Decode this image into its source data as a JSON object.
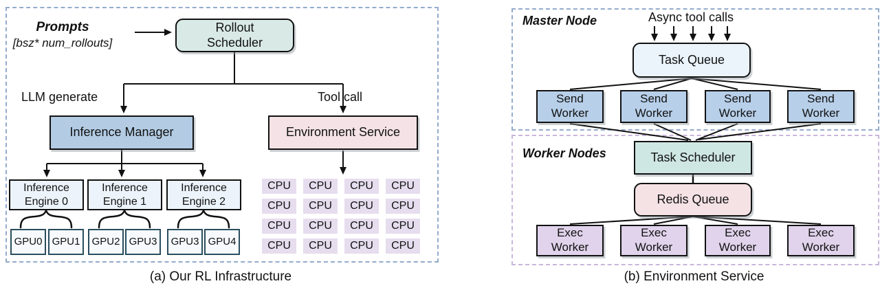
{
  "panel_a": {
    "caption": "(a) Our RL Infrastructure",
    "prompts_label": "Prompts",
    "prompts_sublabel": "[bsz* num_rollouts]",
    "rollout_scheduler": "Rollout\nScheduler",
    "llm_generate_label": "LLM generate",
    "tool_call_label": "Tool call",
    "inference_manager": "Inference Manager",
    "environment_service": "Environment Service",
    "engines": [
      {
        "label": "Inference\nEngine 0",
        "gpus": [
          "GPU0",
          "GPU1"
        ]
      },
      {
        "label": "Inference\nEngine 1",
        "gpus": [
          "GPU2",
          "GPU3"
        ]
      },
      {
        "label": "Inference\nEngine 2",
        "gpus": [
          "GPU3",
          "GPU4"
        ]
      }
    ],
    "cpu_label": "CPU",
    "cpu_grid": {
      "rows": 4,
      "cols": 4
    }
  },
  "panel_b": {
    "caption": "(b) Environment Service",
    "master": {
      "title": "Master Node",
      "async_label": "Async tool calls",
      "task_queue": "Task Queue",
      "send_workers": [
        "Send\nWorker",
        "Send\nWorker",
        "Send\nWorker",
        "Send\nWorker"
      ]
    },
    "worker": {
      "title": "Worker Nodes",
      "task_scheduler": "Task Scheduler",
      "redis_queue": "Redis Queue",
      "exec_workers": [
        "Exec\nWorker",
        "Exec\nWorker",
        "Exec\nWorker",
        "Exec\nWorker"
      ]
    }
  },
  "colors": {
    "panel_border_blue": "#93abcd",
    "panel_border_purple": "#c8b6da",
    "scheduler_mint": "#d9eae6",
    "manager_blue": "#b3cce4",
    "service_pink": "#f4e2e6",
    "engine_pale_blue": "#ecf3fa",
    "task_queue_blue": "#ebf4fb",
    "send_worker_blue": "#b7cfe9",
    "task_scheduler_teal": "#cfe7e2",
    "redis_pink": "#f5e2e5",
    "exec_worker_lavender": "#e0d3eb",
    "cpu_lavender": "#e6ddee",
    "gpu_border_teal": "#2a4d5e",
    "line_black": "#111111"
  }
}
